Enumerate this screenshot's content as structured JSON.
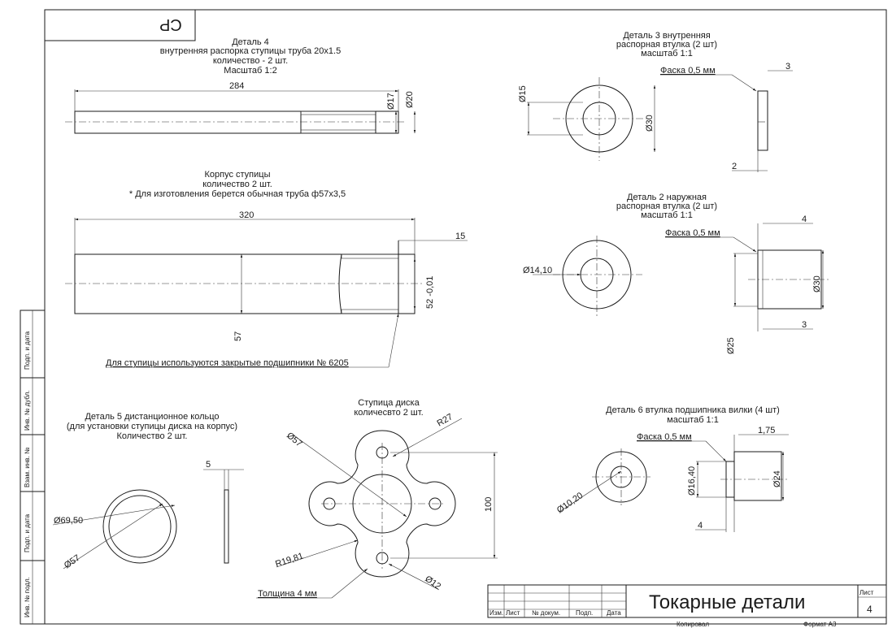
{
  "sheet": {
    "code": "СР",
    "title": "Токарные детали",
    "sheet_label": "Лист",
    "sheet_number": "4",
    "copied": "Копировал",
    "format": "Формат А3",
    "cols": [
      "Изм.",
      "Лист",
      "№ докум.",
      "Подп.",
      "Дата"
    ],
    "side_labels": [
      "Подп. и дата",
      "Инв. № дубл.",
      "Взам. инв. №",
      "Подп. и дата",
      "Инв. № подл."
    ]
  },
  "detail4": {
    "title": [
      "Деталь 4",
      "внутренняя распорка ступицы труба 20х1.5",
      "количество - 2 шт.",
      "Масштаб 1:2"
    ],
    "dims": [
      "284",
      "Ø17",
      "Ø20"
    ]
  },
  "hub_body": {
    "title": [
      "Корпус ступицы",
      "количество 2 шт.",
      "* Для изготовления берется обычная  труба ф57х3,5"
    ],
    "dims": [
      "320",
      "15",
      "52 -0,01",
      "57"
    ],
    "leader_note": "Для ступицы используются закрытые подшипники № 6205"
  },
  "detail3": {
    "title": [
      "Деталь 3 внутренняя",
      "распорная втулка (2 шт)",
      "масштаб 1:1"
    ],
    "dims": [
      "Ø15",
      "Ø30",
      "3",
      "2"
    ],
    "chamfer": "Фаска 0,5 мм"
  },
  "detail2": {
    "title": [
      "Деталь 2 наружная",
      "распорная втулка (2 шт)",
      "масштаб 1:1"
    ],
    "dims": [
      "Ø14,10",
      "4",
      "Ø30",
      "Ø25",
      "3"
    ],
    "chamfer": "Фаска 0,5 мм"
  },
  "detail5": {
    "title": [
      "Деталь 5 дистанционное кольцо",
      "(для установки ступицы диска на корпус)",
      "Количество 2 шт."
    ],
    "dims": [
      "5",
      "Ø69,50",
      "Ø57"
    ]
  },
  "disc_hub": {
    "title": [
      "Ступица диска",
      "количесвто 2 шт."
    ],
    "dims": [
      "Ø57",
      "R27",
      "100",
      "R19,81",
      "Ø12"
    ],
    "thickness_note": "Толщина 4 мм"
  },
  "detail6": {
    "title": [
      "Деталь 6 втулка подшипника вилки (4 шт)",
      "масштаб 1:1"
    ],
    "dims": [
      "Ø10,20",
      "1,75",
      "Ø16,40",
      "Ø24",
      "4"
    ],
    "chamfer": "Фаска 0,5 мм"
  }
}
